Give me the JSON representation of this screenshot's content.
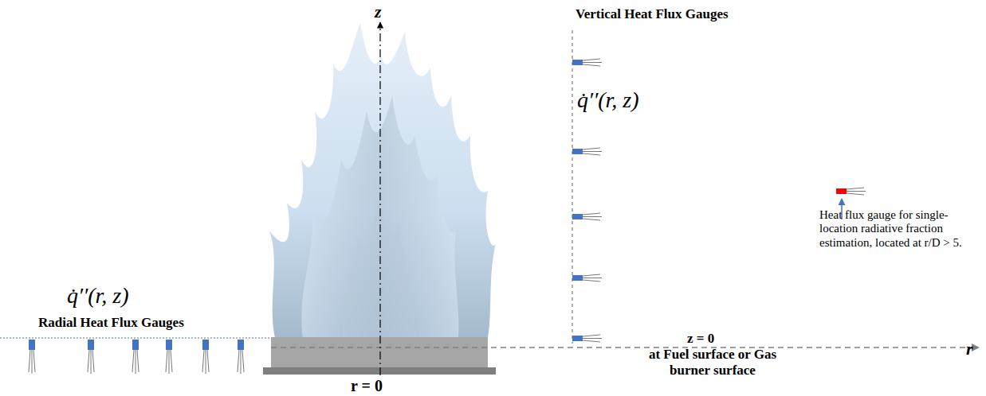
{
  "diagram": {
    "labels": [
      "z",
      "Vertical Heat Flux Gauges",
      "q̇′′(r, z)",
      "q̇′′(r, z)",
      "Radial Heat Flux Gauges",
      "z = 0",
      "at Fuel surface or Gas burner surface",
      "r = 0",
      "r",
      "Heat flux gauge for single-location radiative fraction estimation, located at r/D > 5."
    ]
  }
}
